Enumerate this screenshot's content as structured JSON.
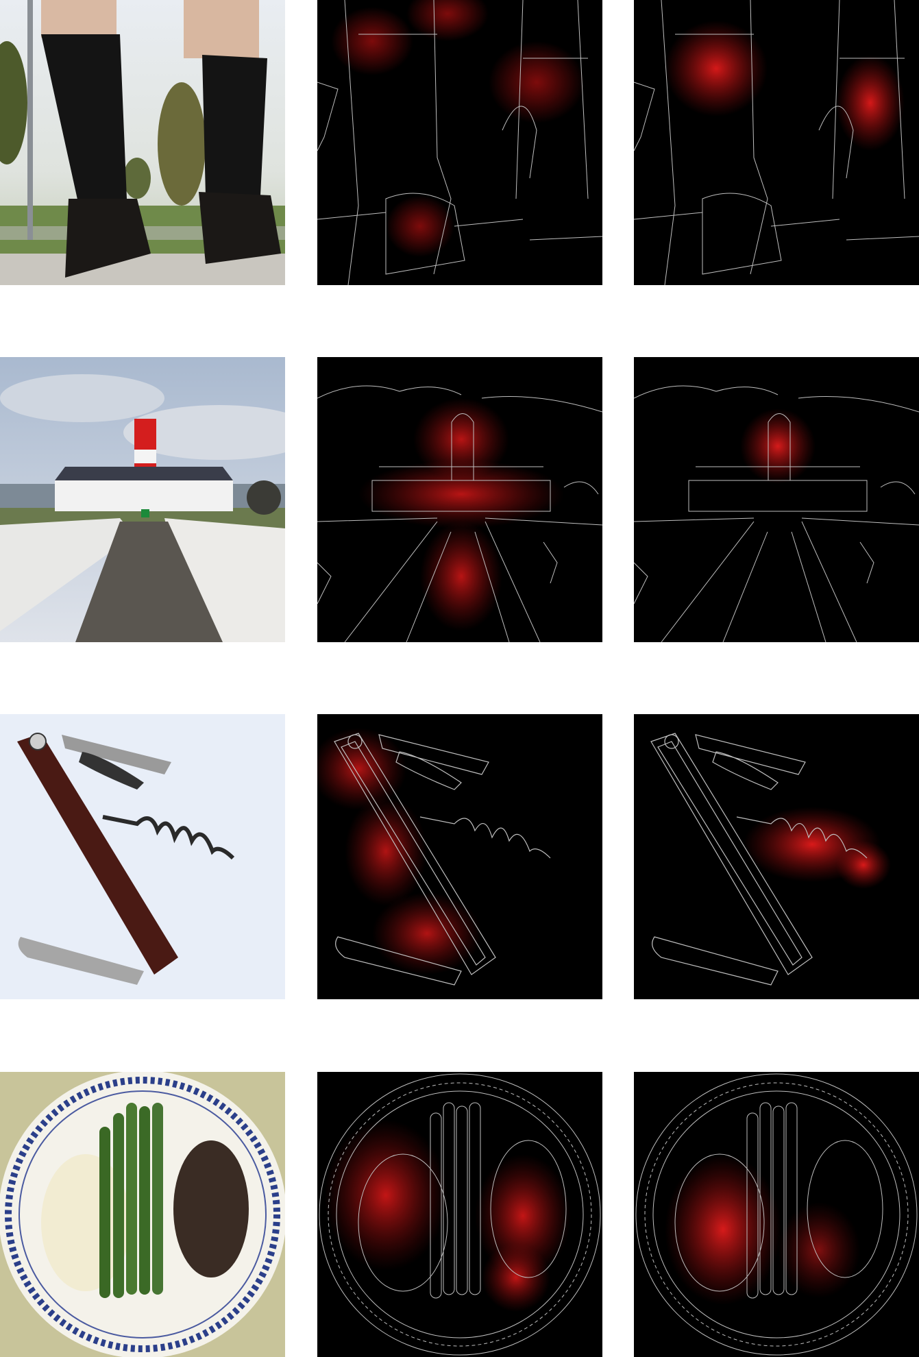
{
  "figure": {
    "rows": [
      {
        "subject": "legs-in-black-socks-and-shoes"
      },
      {
        "subject": "lighthouse-with-walled-path"
      },
      {
        "subject": "waiters-corkscrew-knife"
      },
      {
        "subject": "plate-with-mash-asparagus-steak"
      }
    ],
    "columns": [
      "photo",
      "heatmap-a",
      "heatmap-b"
    ],
    "colors": {
      "background": "#ffffff",
      "heatmap_base": "#000000",
      "heat": "#ff1a1a",
      "edges": "#bfbfbf"
    }
  }
}
